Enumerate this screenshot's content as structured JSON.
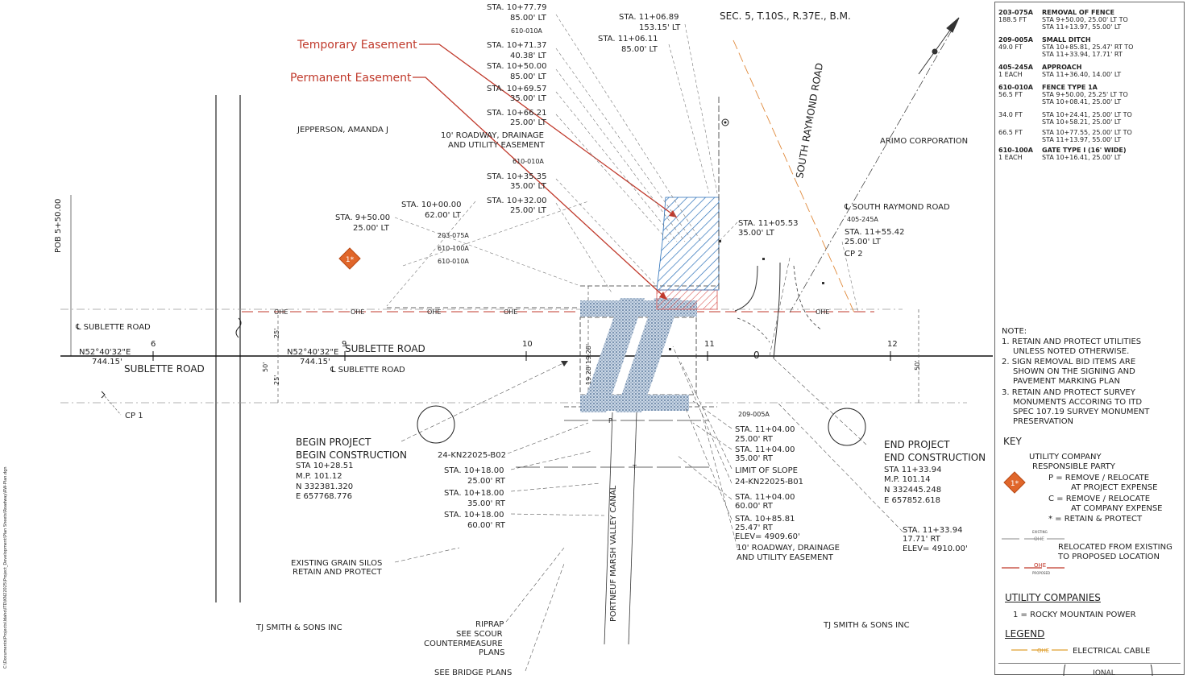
{
  "header": {
    "section": "SEC. 5, T.10S., R.37E., B.M."
  },
  "easements": {
    "temporary": "Temporary Easement",
    "permanent": "Permanent Easement"
  },
  "owners": {
    "jepperson": "JEPPERSON, AMANDA J",
    "arimo": "ARIMO CORPORATION",
    "tj_left": "TJ SMITH & SONS INC",
    "tj_right": "TJ SMITH & SONS INC"
  },
  "roads": {
    "south_raymond": "SOUTH RAYMOND ROAD",
    "cl_south_raymond": "℄ SOUTH RAYMOND ROAD",
    "cl_sublette_left": "℄ SUBLETTE ROAD",
    "sublette_left": "SUBLETTE ROAD",
    "sublette_mid": "SUBLETTE ROAD",
    "cl_sublette_mid": "℄ SUBLETTE ROAD",
    "canal": "PORTNEUF MARSH VALLEY CANAL",
    "bearing_left": "N52°40'32\"E",
    "bearing_left_len": "744.15'",
    "bearing_mid": "N52°40'32\"E",
    "bearing_mid_len": "744.15'",
    "pob": "POB 5+50.00",
    "cp1": "CP 1",
    "cp2": "CP 2",
    "dim_25a": "25'",
    "dim_25b": "25'",
    "dim_50a": "50'",
    "dim_50b": "50'",
    "dim_1928a": "19.28'",
    "dim_1928b": "19.28'",
    "sta_6": "6",
    "sta_9": "9",
    "sta_10": "10",
    "sta_11": "11",
    "sta_12": "12",
    "zero": "0"
  },
  "top_labels": {
    "l1a": "STA. 10+77.79",
    "l1b": "85.00' LT",
    "l1c": "610-010A",
    "l2a": "STA. 10+71.37",
    "l2b": "40.38' LT",
    "l3a": "STA. 10+50.00",
    "l3b": "85.00' LT",
    "l4a": "STA. 10+69.57",
    "l4b": "35.00' LT",
    "l5a": "STA. 10+66.21",
    "l5b": "25.00' LT",
    "l6a": "10' ROADWAY, DRAINAGE",
    "l6b": "AND UTILITY EASEMENT",
    "l6c": "610-010A",
    "l7a": "STA. 10+35.35",
    "l7b": "35.00' LT",
    "l8a": "STA. 10+32.00",
    "l8b": "25.00' LT",
    "l9a": "STA. 10+00.00",
    "l9b": "62.00' LT",
    "l10a": "STA. 9+50.00",
    "l10b": "25.00' LT",
    "code1": "203-075A",
    "code2": "610-100A",
    "code3": "610-010A",
    "r1a": "STA. 11+06.89",
    "r1b": "153.15' LT",
    "r2a": "STA. 11+06.11",
    "r2b": "85.00' LT",
    "r3a": "STA. 11+05.53",
    "r3b": "35.00' LT",
    "r4a": "405-245A",
    "r4b": "STA. 11+55.42",
    "r4c": "25.00' LT"
  },
  "bottom_labels": {
    "begin1": "BEGIN PROJECT",
    "begin2": "BEGIN CONSTRUCTION",
    "begin3": "STA 10+28.51",
    "begin4": "M.P. 101.12",
    "begin5": "N 332381.320",
    "begin6": "E 657768.776",
    "kn1": "24-KN22025-B02",
    "b1a": "STA. 10+18.00",
    "b1b": "25.00' RT",
    "b2a": "STA. 10+18.00",
    "b2b": "35.00' RT",
    "b3a": "STA. 10+18.00",
    "b3b": "60.00' RT",
    "silo1": "EXISTING GRAIN SILOS",
    "silo2": "RETAIN AND PROTECT",
    "rip1": "RIPRAP",
    "rip2": "SEE SCOUR",
    "rip3": "COUNTERMEASURE",
    "rip4": "PLANS",
    "bridge": "SEE BRIDGE PLANS",
    "c1": "209-005A",
    "c2a": "STA. 11+04.00",
    "c2b": "25.00' RT",
    "c3a": "STA. 11+04.00",
    "c3b": "35.00' RT",
    "c4": "LIMIT OF SLOPE",
    "c5": "24-KN22025-B01",
    "c6a": "STA. 11+04.00",
    "c6b": "60.00' RT",
    "c7a": "STA. 10+85.81",
    "c7b": "25.47' RT",
    "c7c": "ELEV= 4909.60'",
    "c8a": "10' ROADWAY, DRAINAGE",
    "c8b": "AND UTILITY EASEMENT",
    "end1": "END PROJECT",
    "end2": "END CONSTRUCTION",
    "end3": "STA 11+33.94",
    "end4": "M.P. 101.14",
    "end5": "N 332445.248",
    "end6": "E 657852.618",
    "e2a": "STA. 11+33.94",
    "e2b": "17.71' RT",
    "e2c": "ELEV= 4910.00'"
  },
  "bid_items": [
    {
      "code": "203-075A",
      "qty": "188.5 FT",
      "title": "REMOVAL OF FENCE",
      "lines": [
        "STA 9+50.00, 25.00' LT TO",
        "STA 11+13.97, 55.00' LT"
      ]
    },
    {
      "code": "209-005A",
      "qty": "49.0 FT",
      "title": "SMALL DITCH",
      "lines": [
        "STA 10+85.81, 25.47' RT TO",
        "STA 11+33.94, 17.71' RT"
      ]
    },
    {
      "code": "405-245A",
      "qty": "1 EACH",
      "title": "APPROACH",
      "lines": [
        "STA 11+36.40, 14.00' LT"
      ]
    },
    {
      "code": "610-010A",
      "qty": "56.5 FT",
      "title": "FENCE TYPE 1A",
      "lines": [
        "STA 9+50.00, 25.25' LT TO",
        "STA 10+08.41, 25.00' LT"
      ]
    },
    {
      "code": "",
      "qty": "34.0 FT",
      "title": "",
      "lines": [
        "STA 10+24.41, 25.00' LT TO",
        "STA 10+58.21, 25.00' LT"
      ]
    },
    {
      "code": "",
      "qty": "66.5 FT",
      "title": "",
      "lines": [
        "STA 10+77.55, 25.00' LT TO",
        "STA 11+13.97, 55.00' LT"
      ]
    },
    {
      "code": "610-100A",
      "qty": "1 EACH",
      "title": "GATE TYPE I (16' WIDE)",
      "lines": [
        "STA 10+16.41, 25.00' LT"
      ]
    }
  ],
  "notes": {
    "title": "NOTE:",
    "n1a": "1. RETAIN AND PROTECT UTILITIES",
    "n1b": "UNLESS NOTED OTHERWISE.",
    "n2a": "2. SIGN REMOVAL BID ITEMS ARE",
    "n2b": "SHOWN ON THE SIGNING AND",
    "n2c": "PAVEMENT MARKING PLAN",
    "n3a": "3. RETAIN AND PROTECT SURVEY",
    "n3b": "MONUMENTS ACCORING TO ITD",
    "n3c": "SPEC 107.19 SURVEY MONUMENT",
    "n3d": "PRESERVATION"
  },
  "key": {
    "title": "KEY",
    "k1": "UTILITY COMPANY",
    "k2": "RESPONSIBLE PARTY",
    "k3": "P = REMOVE / RELOCATE",
    "k4": "AT PROJECT EXPENSE",
    "k5": "C = REMOVE / RELOCATE",
    "k6": "AT COMPANY EXPENSE",
    "k7": "* = RETAIN & PROTECT",
    "existing": "EXISTING",
    "ohe1": "OHE",
    "reloc1": "RELOCATED FROM EXISTING",
    "reloc2": "TO PROPOSED LOCATION",
    "ohe2": "OHE",
    "proposed": "PROPOSED"
  },
  "utility": {
    "title": "UTILITY COMPANIES",
    "u1": "1 = ROCKY MOUNTAIN POWER"
  },
  "legend": {
    "title": "LEGEND",
    "ohe": "OHE",
    "elec": "ELECTRICAL CABLE"
  },
  "markers": {
    "m1": "1*",
    "key_marker": "1*",
    "ohe_line": "OHE",
    "p": "P",
    "t": "T",
    "ohe_a": "OHE",
    "ohe_b": "OHE",
    "ohe_c": "OHE",
    "ohe_d": "OHE",
    "ohe_e": "OHE"
  },
  "stamp": {
    "text": "IONAL"
  },
  "file_path": {
    "text": "C:\\Documents\\Projects\\Idaho\\ITD\\KN22025\\Project_Development\\Plan Sheets\\Roadway\\RW-Plan.dgn"
  },
  "colors": {
    "red": "#c0392b",
    "hatch_blue": "#2a6fb8",
    "hatch_red": "#d9534f",
    "orange": "#e08a3c",
    "diamond": "#e0662a"
  }
}
